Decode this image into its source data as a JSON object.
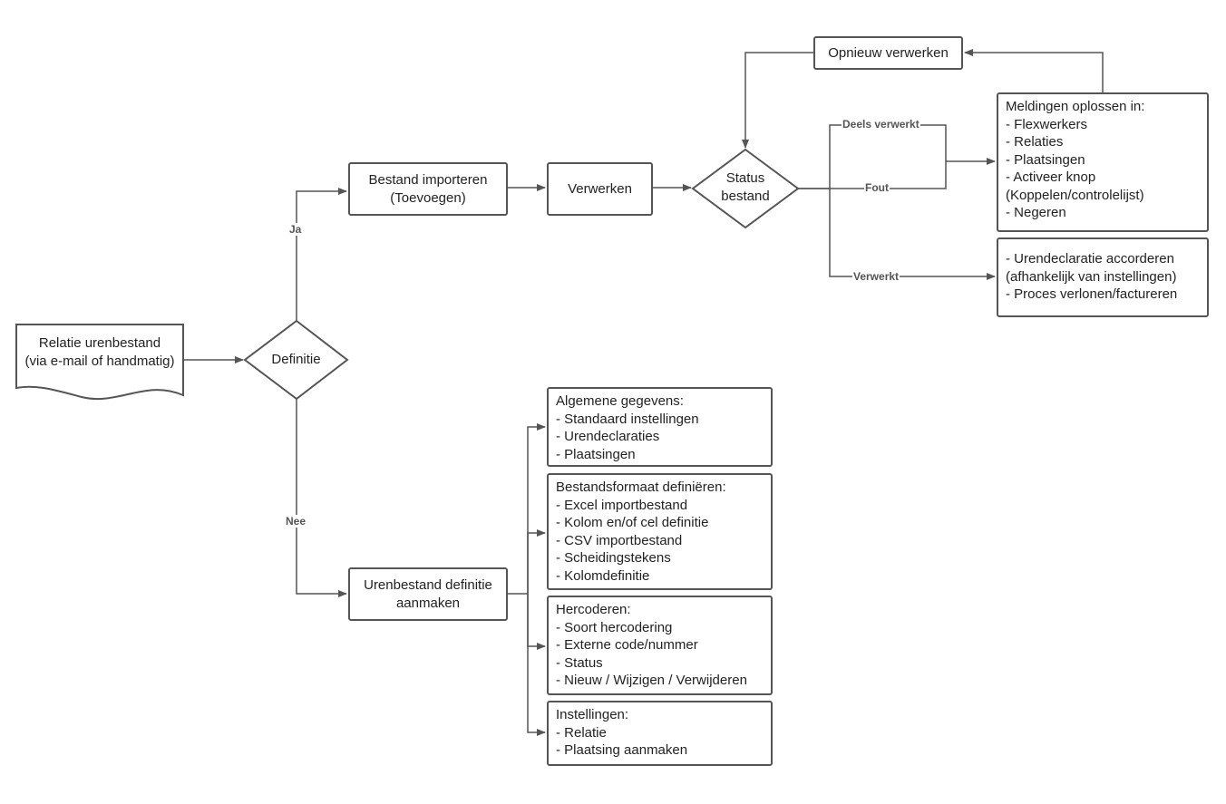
{
  "nodes": {
    "source": [
      "Relatie urenbestand",
      "(via e-mail of handmatig)"
    ],
    "definitie": "Definitie",
    "importeren": [
      "Bestand importeren",
      "(Toevoegen)"
    ],
    "verwerken": "Verwerken",
    "status": [
      "Status",
      "bestand"
    ],
    "opnieuw": "Opnieuw verwerken",
    "meldingen": [
      "Meldingen oplossen in:",
      "- Flexwerkers",
      "- Relaties",
      "- Plaatsingen",
      "- Activeer knop",
      "(Koppelen/controlelijst)",
      "- Negeren"
    ],
    "accorderen": [
      "- Urendeclaratie accorderen",
      "(afhankelijk van instellingen)",
      "- Proces verlonen/factureren"
    ],
    "definitie_aanmaken": [
      "Urenbestand definitie",
      "aanmaken"
    ],
    "algemeen": [
      "Algemene gegevens:",
      "- Standaard instellingen",
      "- Urendeclaraties",
      "- Plaatsingen"
    ],
    "formaat": [
      "Bestandsformaat definiëren:",
      "- Excel importbestand",
      "- Kolom en/of cel definitie",
      "- CSV importbestand",
      "- Scheidingstekens",
      "- Kolomdefinitie"
    ],
    "hercoderen": [
      "Hercoderen:",
      "- Soort hercodering",
      "- Externe code/nummer",
      "- Status",
      "- Nieuw / Wijzigen / Verwijderen"
    ],
    "instellingen": [
      "Instellingen:",
      "- Relatie",
      "- Plaatsing aanmaken"
    ]
  },
  "edges": {
    "ja": "Ja",
    "nee": "Nee",
    "deels": "Deels verwerkt",
    "fout": "Fout",
    "verwerkt": "Verwerkt"
  },
  "colors": {
    "stroke": "#555555",
    "text": "#222222",
    "label": "#555555",
    "background": "#ffffff"
  }
}
